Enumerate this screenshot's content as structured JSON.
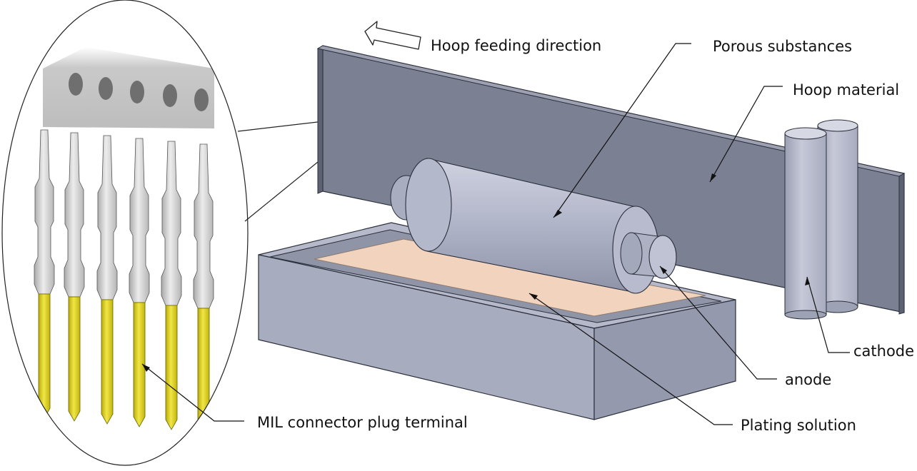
{
  "labels": {
    "hoop_feeding_direction": "Hoop feeding direction",
    "porous_substances": "Porous substances",
    "hoop_material": "Hoop material",
    "cathode": "cathode",
    "anode": "anode",
    "plating_solution": "Plating solution",
    "mil_connector_plug_terminal": "MIL connector plug terminal"
  },
  "colors": {
    "hoop": "#7e8394",
    "tank": "#a9adbf",
    "solution": "#f2d3bd",
    "roller": "#b9bdd0",
    "terminal_silver": "#d2d2d2",
    "terminal_gold": "#dcd01a"
  }
}
